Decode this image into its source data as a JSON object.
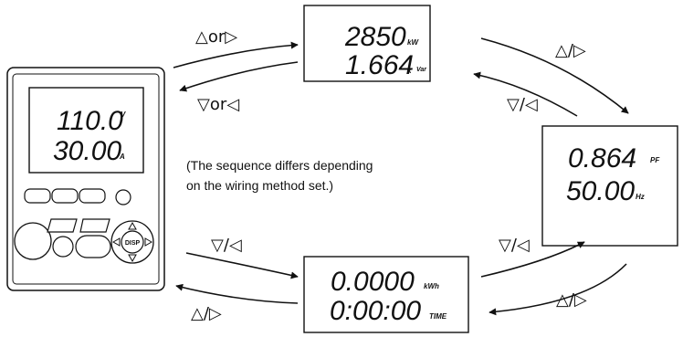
{
  "meter": {
    "line1": "110.0",
    "unit1": "V",
    "line2": "30.00",
    "unit2": "A",
    "disp_label": "DISP"
  },
  "screens": {
    "power": {
      "line1": "2850",
      "unit1": "kW",
      "line2": "1.664",
      "unit2a": "k",
      "unit2b": "Var"
    },
    "pf": {
      "line1": "0.864",
      "unit1": "PF",
      "line2": "50.00",
      "unit2": "Hz"
    },
    "energy": {
      "line1": "0.0000",
      "unit1": "kWh",
      "line2": "0:00:00",
      "unit2": "TIME"
    }
  },
  "transitions": {
    "meter_to_power": "△or▷",
    "power_to_meter": "▽or◁",
    "power_to_pf": "△/▷",
    "pf_to_power": "▽/◁",
    "pf_to_energy": "△/▷",
    "energy_to_pf": "▽/◁",
    "meter_to_energy": "▽/◁",
    "energy_to_meter": "△/▷"
  },
  "note": {
    "line1": "(The sequence differs depending",
    "line2": "on the wiring method set.)"
  }
}
